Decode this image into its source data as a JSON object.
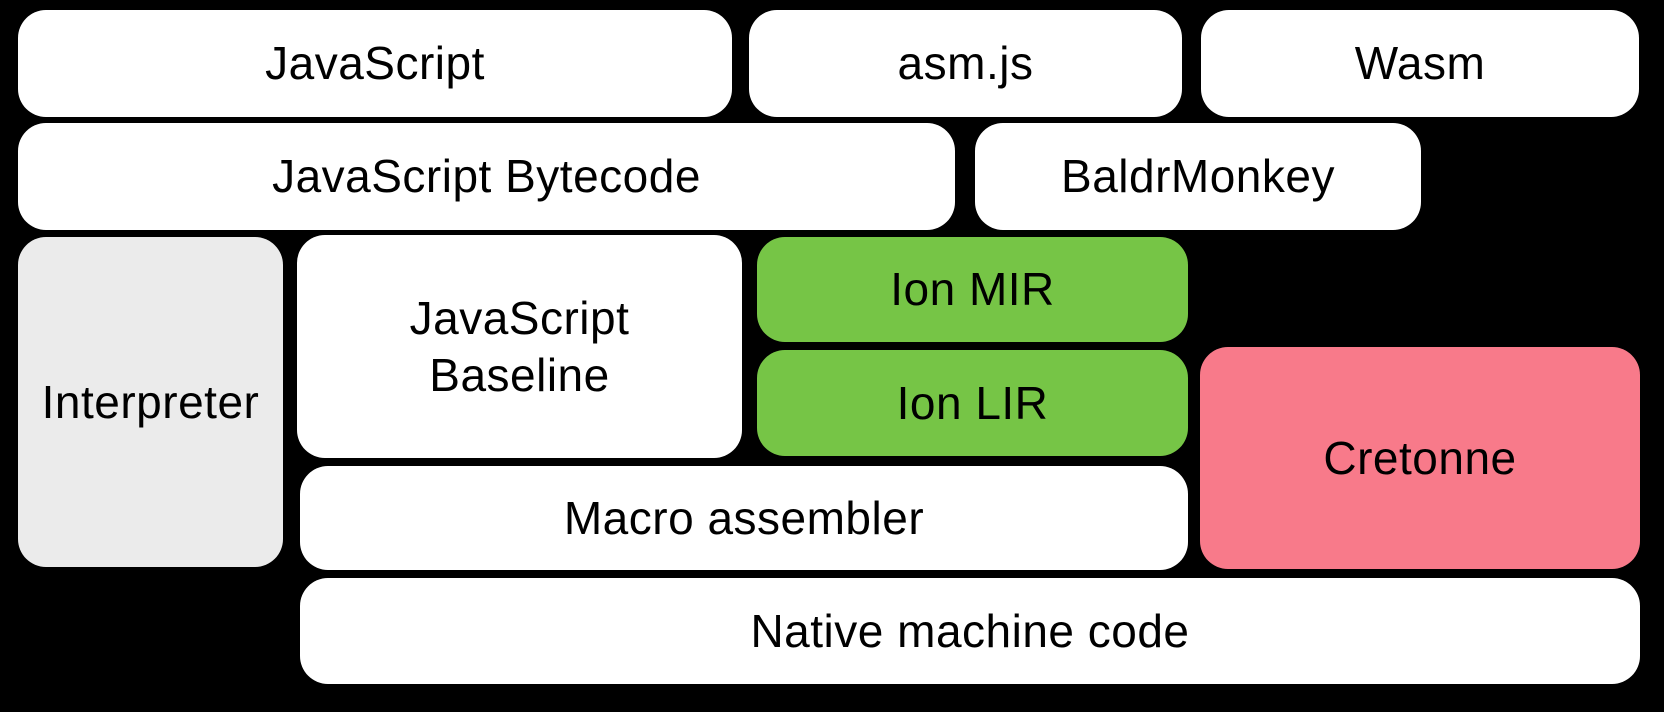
{
  "colors": {
    "background": "#000000",
    "box_white": "#ffffff",
    "box_gray": "#ebebeb",
    "box_green": "#76c546",
    "box_pink": "#f87a8a",
    "text": "#000000"
  },
  "diagram": {
    "nodes": {
      "javascript": {
        "label": "JavaScript"
      },
      "asmjs": {
        "label": "asm.js"
      },
      "wasm": {
        "label": "Wasm"
      },
      "javascript_bytecode": {
        "label": "JavaScript Bytecode"
      },
      "baldrmonkey": {
        "label": "BaldrMonkey"
      },
      "interpreter": {
        "label": "Interpreter"
      },
      "javascript_baseline": {
        "label": "JavaScript\nBaseline"
      },
      "ion_mir": {
        "label": "Ion MIR"
      },
      "ion_lir": {
        "label": "Ion LIR"
      },
      "cretonne": {
        "label": "Cretonne"
      },
      "macro_assembler": {
        "label": "Macro assembler"
      },
      "native_machine_code": {
        "label": "Native machine code"
      }
    }
  }
}
